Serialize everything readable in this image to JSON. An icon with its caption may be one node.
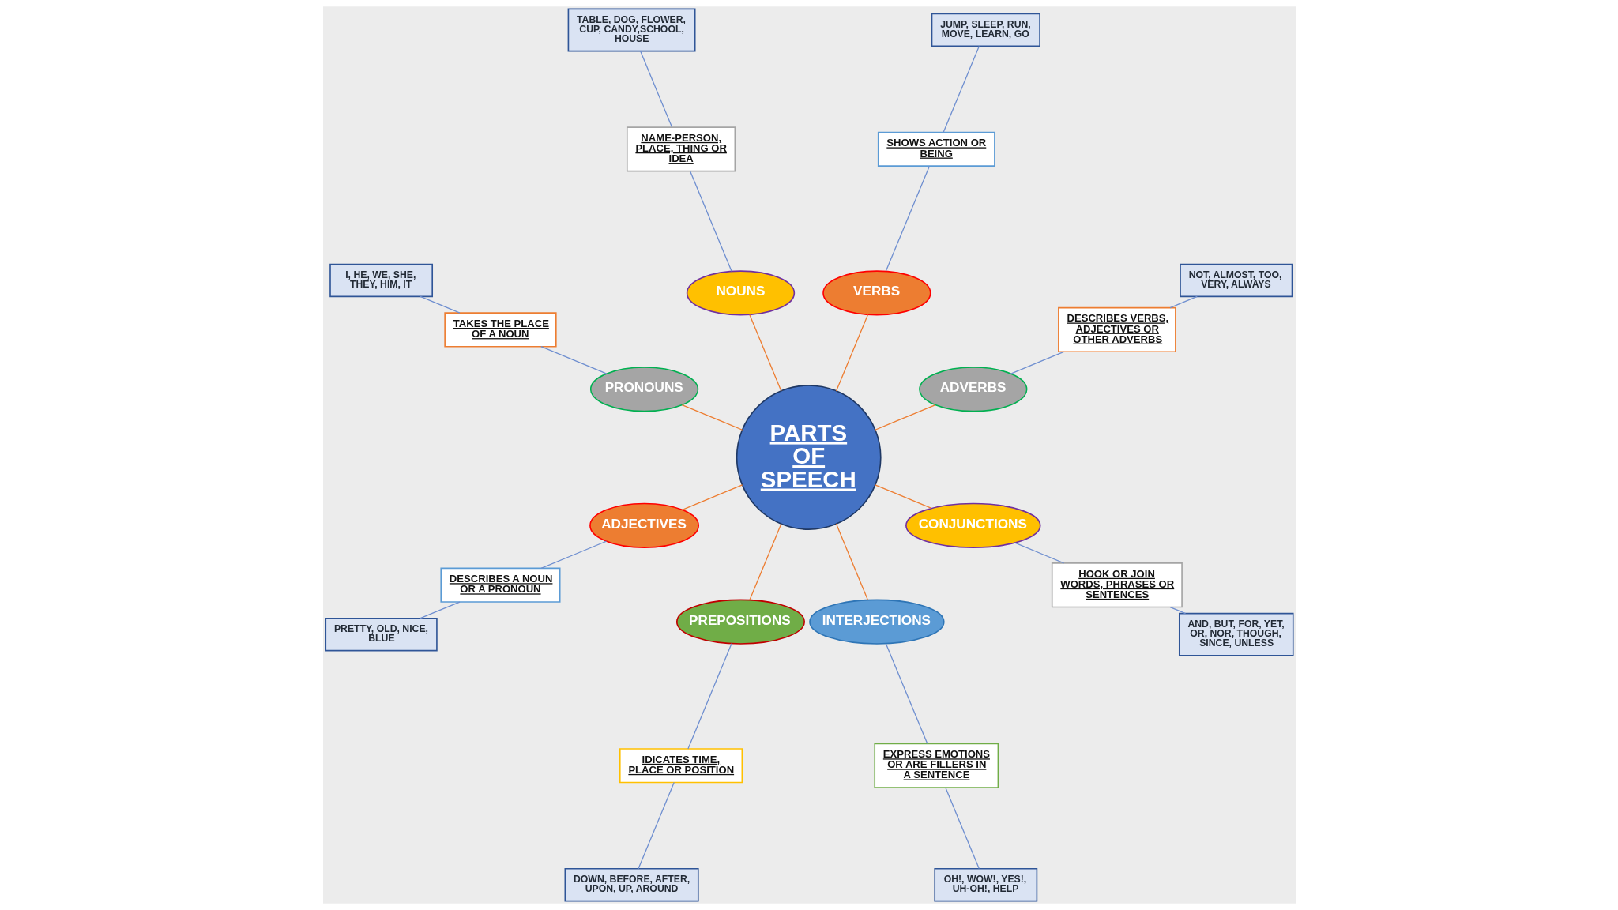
{
  "diagram": {
    "nodes": [
      {
        "text": [
          "PARTS OF SPEECH"
        ]
      },
      {
        "text": [
          "VERBS"
        ]
      },
      {
        "text": [
          "SHOWS ACTION OR BEING"
        ]
      },
      {
        "text": [
          "JUMP, SLEEP, RUN, MOVE, LEARN, GO"
        ]
      },
      {
        "text": [
          "ADVERBS"
        ]
      },
      {
        "text": [
          "DESCRIBES VERBS, ADJECTIVES OR OTHER ADVERBS"
        ]
      },
      {
        "text": [
          "NOT, ALMOST, TOO, VERY, ALWAYS"
        ]
      },
      {
        "text": [
          "CONJUNCTIONS"
        ]
      },
      {
        "text": [
          "HOOK OR JOIN WORDS, PHRASES OR SENTENCES"
        ]
      },
      {
        "text": [
          "AND, BUT, FOR, YET, OR, NOR, THOUGH, SINCE, UNLESS"
        ]
      },
      {
        "text": [
          "INTERJECTIONS"
        ]
      },
      {
        "text": [
          "EXPRESS EMOTIONS OR ARE FILLERS IN A SENTENCE"
        ]
      },
      {
        "text": [
          "OH!, WOW!, YES!, UH-OH!, HELP"
        ]
      },
      {
        "text": [
          "PREPOSITIONS"
        ]
      },
      {
        "text": [
          "IDICATES TIME, PLACE OR POSITION"
        ]
      },
      {
        "text": [
          "DOWN, BEFORE, AFTER, UPON, UP, AROUND"
        ]
      },
      {
        "text": [
          "ADJECTIVES"
        ]
      },
      {
        "text": [
          "DESCRIBES A NOUN OR A PRONOUN"
        ]
      },
      {
        "text": [
          "PRETTY, OLD, NICE, BLUE"
        ]
      },
      {
        "text": [
          "PRONOUNS"
        ]
      },
      {
        "text": [
          "TAKES THE PLACE OF A NOUN"
        ]
      },
      {
        "text": [
          "I, HE, WE, SHE, THEY, HIM, IT"
        ]
      },
      {
        "text": [
          "NOUNS"
        ]
      },
      {
        "text": [
          "NAME-PERSON, PLACE, THING OR IDEA"
        ]
      },
      {
        "text": [
          "TABLE, DOG, FLOWER, CUP, CANDY,SCHOOL, HOUSE"
        ]
      }
    ],
    "edges": [
      {
        "from": 0,
        "to": 1,
        "arrow": "none",
        "color": "#ed7d31"
      },
      {
        "from": 1,
        "to": 2,
        "arrow": "none"
      },
      {
        "from": 2,
        "to": 3,
        "arrow": "none"
      },
      {
        "from": 0,
        "to": 4,
        "arrow": "none",
        "color": "#ed7d31"
      },
      {
        "from": 4,
        "to": 5,
        "arrow": "none"
      },
      {
        "from": 5,
        "to": 6,
        "arrow": "none"
      },
      {
        "from": 0,
        "to": 7,
        "arrow": "none",
        "color": "#ed7d31"
      },
      {
        "from": 7,
        "to": 8,
        "arrow": "none"
      },
      {
        "from": 8,
        "to": 9,
        "arrow": "none"
      },
      {
        "from": 0,
        "to": 10,
        "arrow": "none",
        "color": "#ed7d31"
      },
      {
        "from": 10,
        "to": 11,
        "arrow": "none"
      },
      {
        "from": 11,
        "to": 12,
        "arrow": "none"
      },
      {
        "from": 0,
        "to": 13,
        "arrow": "none",
        "color": "#ed7d31"
      },
      {
        "from": 13,
        "to": 14,
        "arrow": "none"
      },
      {
        "from": 14,
        "to": 15,
        "arrow": "none"
      },
      {
        "from": 0,
        "to": 16,
        "arrow": "none",
        "color": "#ed7d31"
      },
      {
        "from": 16,
        "to": 17,
        "arrow": "none"
      },
      {
        "from": 17,
        "to": 18,
        "arrow": "none"
      },
      {
        "from": 0,
        "to": 19,
        "arrow": "none",
        "color": "#ed7d31"
      },
      {
        "from": 19,
        "to": 20,
        "arrow": "none"
      },
      {
        "from": 20,
        "to": 21,
        "arrow": "none"
      },
      {
        "from": 0,
        "to": 22,
        "arrow": "none",
        "color": "#ed7d31"
      },
      {
        "from": 22,
        "to": 23,
        "arrow": "none"
      },
      {
        "from": 23,
        "to": 24,
        "arrow": "none"
      }
    ]
  }
}
